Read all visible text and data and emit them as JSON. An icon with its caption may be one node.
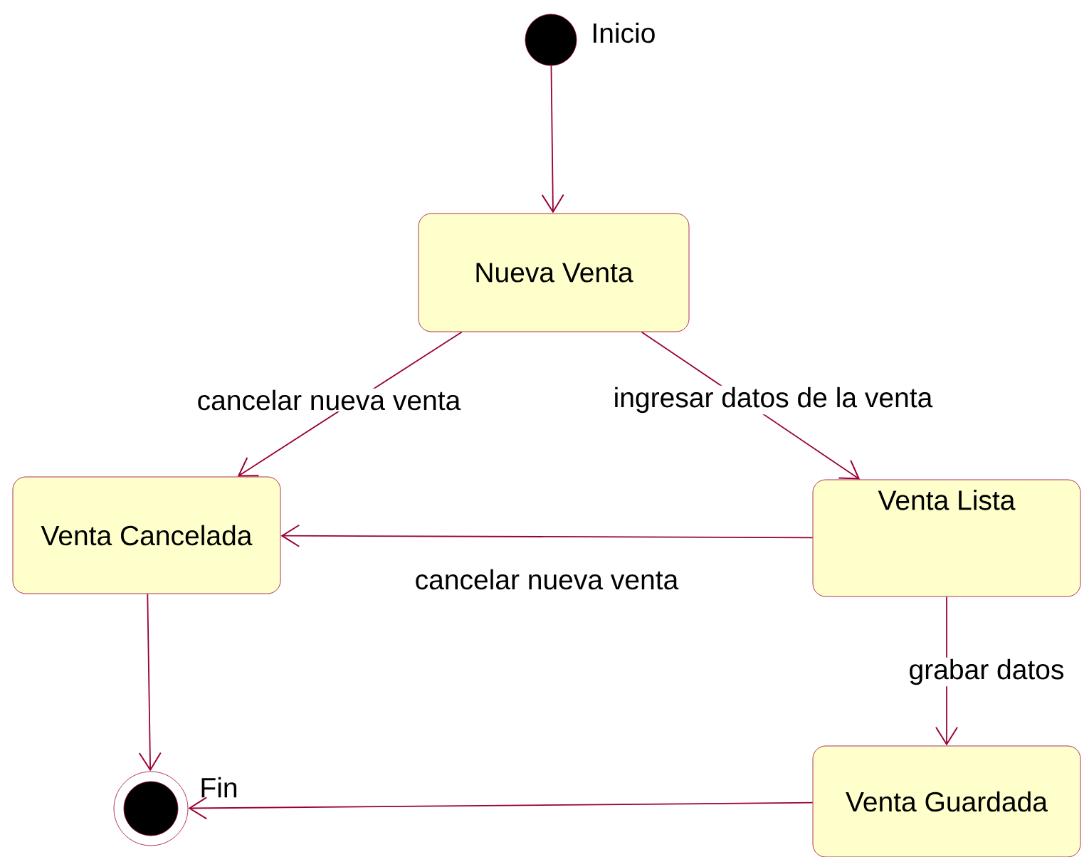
{
  "diagram": {
    "nodes": [
      {
        "text": [],
        "shape": "circle",
        "beside": [
          "Inicio"
        ]
      },
      {
        "text": [
          "Nueva Venta"
        ]
      },
      {
        "text": [
          "Venta Cancelada"
        ]
      },
      {
        "text": [
          "Venta Lista"
        ]
      },
      {
        "text": [
          "Venta Guardada"
        ]
      },
      {
        "text": [],
        "shape": "bullseye",
        "beside": [
          "Fin"
        ]
      }
    ],
    "edges": [
      {
        "from": 0,
        "to": 1,
        "arrow": "to"
      },
      {
        "from": 1,
        "to": 2,
        "arrow": "to",
        "label": "cancelar nueva venta"
      },
      {
        "from": 1,
        "to": 3,
        "arrow": "to",
        "label": "ingresar datos de la venta"
      },
      {
        "from": 3,
        "to": 2,
        "arrow": "to",
        "label": "cancelar nueva venta"
      },
      {
        "from": 3,
        "to": 4,
        "arrow": "to",
        "label": "grabar datos"
      },
      {
        "from": 2,
        "to": 5,
        "arrow": "to"
      },
      {
        "from": 4,
        "to": 5,
        "arrow": "to"
      }
    ]
  }
}
